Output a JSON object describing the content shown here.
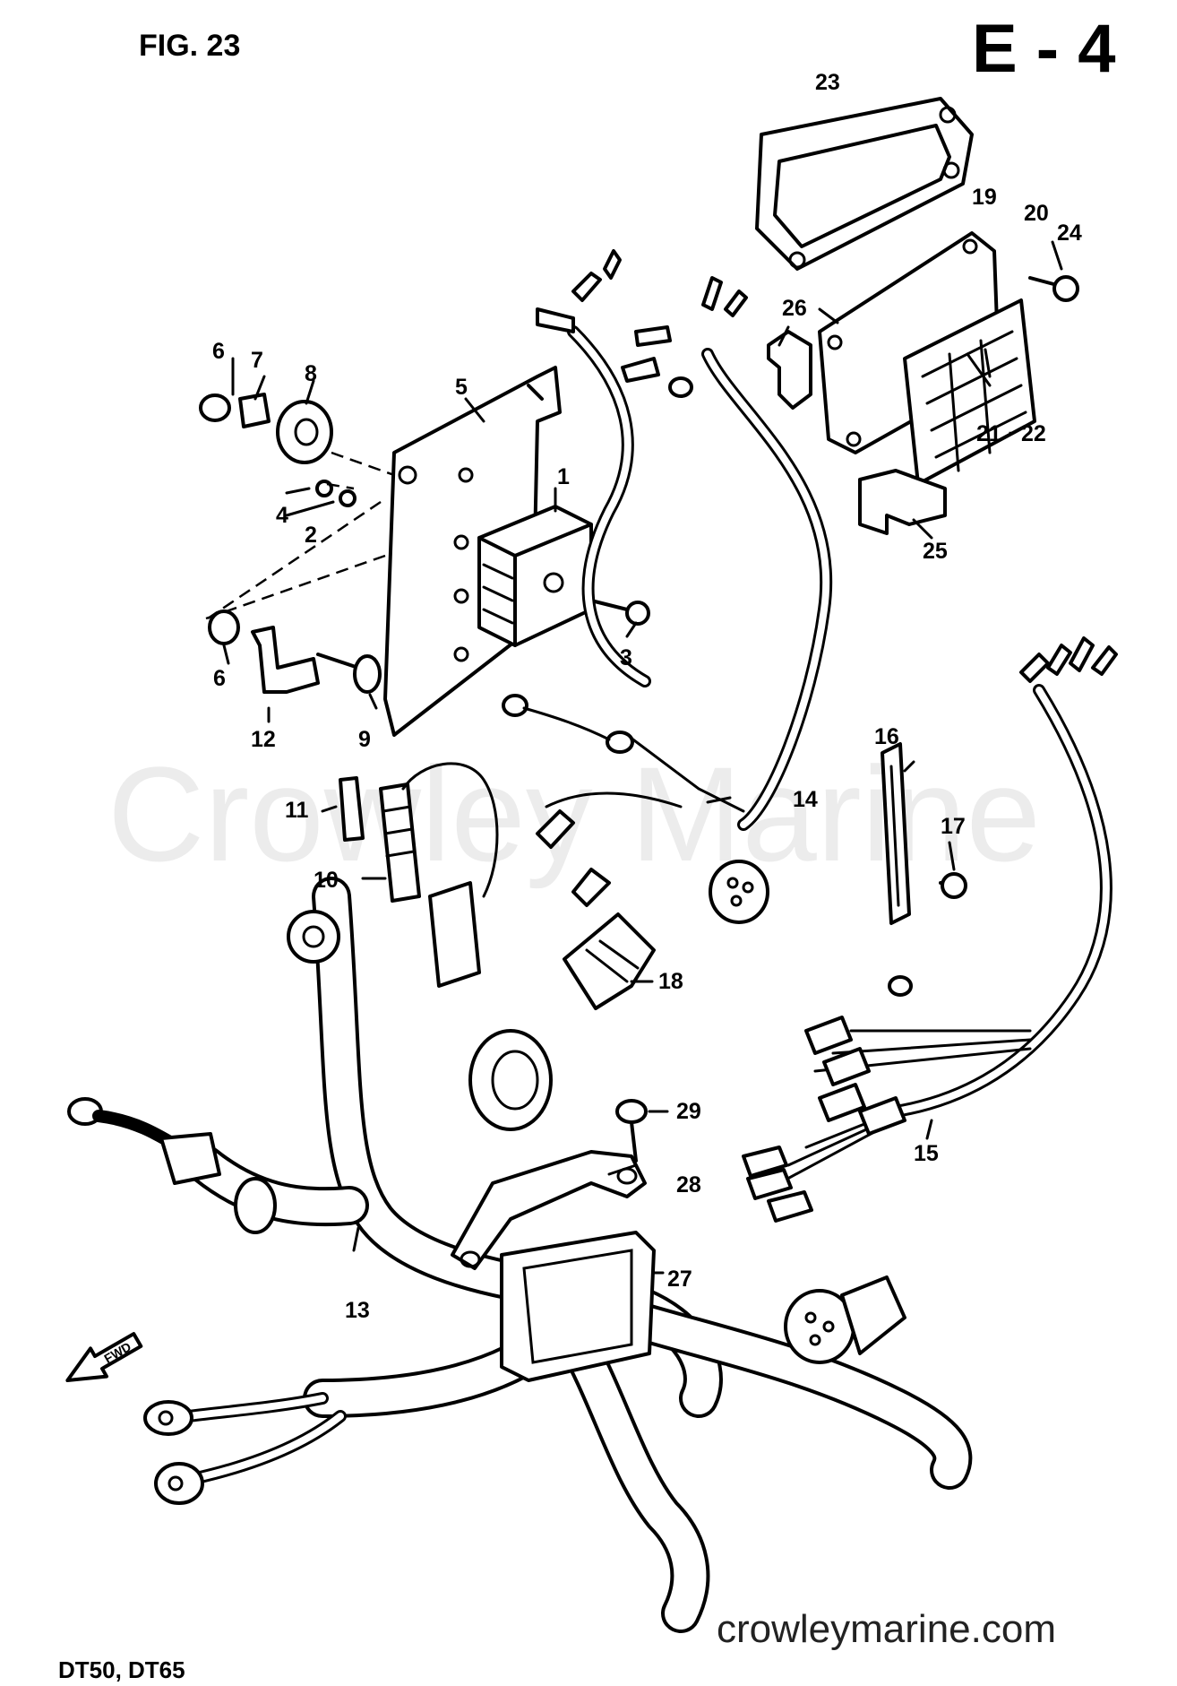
{
  "figure": {
    "title": "FIG. 23",
    "section_code": "E - 4",
    "models": "DT50,  DT65",
    "forward_marker": "FWD",
    "watermark": "Crowley Marine",
    "website": "crowleymarine.com"
  },
  "part_labels": {
    "p1": "1",
    "p2": "2",
    "p3": "3",
    "p4": "4",
    "p5": "5",
    "p6a": "6",
    "p6b": "6",
    "p7": "7",
    "p8": "8",
    "p9": "9",
    "p10": "10",
    "p11": "11",
    "p12": "12",
    "p13": "13",
    "p14": "14",
    "p15": "15",
    "p16": "16",
    "p17": "17",
    "p18": "18",
    "p19": "19",
    "p20": "20",
    "p21_22": "21 · 22",
    "p23": "23",
    "p24": "24",
    "p25": "25",
    "p26": "26",
    "p27": "27",
    "p28": "28",
    "p29": "29"
  }
}
